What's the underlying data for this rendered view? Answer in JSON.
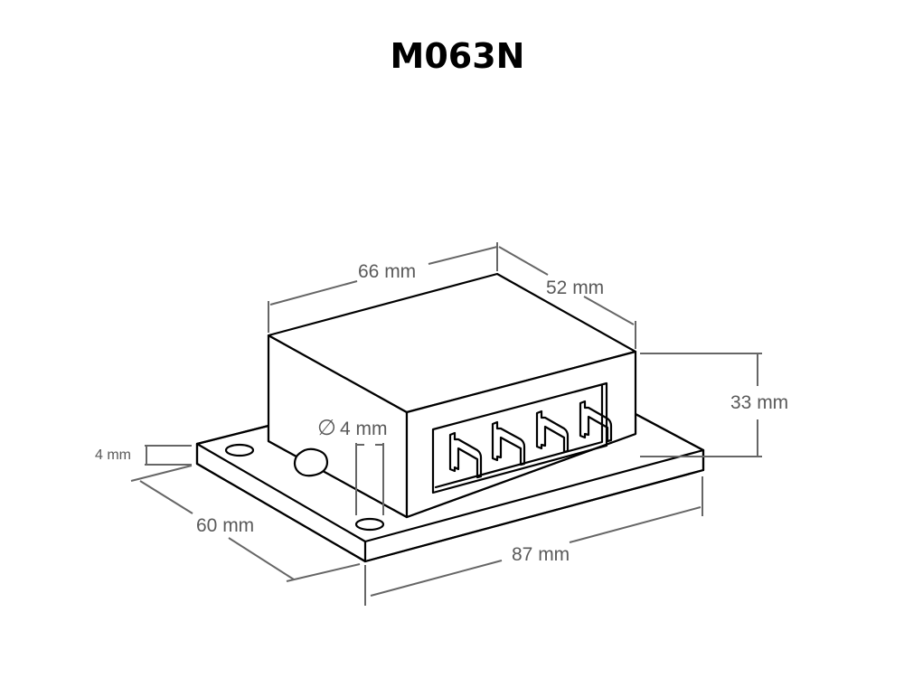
{
  "title": "M063N",
  "colors": {
    "outline": "#000000",
    "dimension": "#666666",
    "label": "#5a5a5a",
    "background": "#ffffff"
  },
  "dimensions": {
    "length_top": "66 mm",
    "depth_top": "52 mm",
    "height": "33 mm",
    "hole_diameter": "4 mm",
    "hole_symbol": "∅",
    "plate_thickness": "4 mm",
    "plate_width": "60 mm",
    "plate_length": "87 mm"
  },
  "components": {
    "terminal_count": 4
  }
}
